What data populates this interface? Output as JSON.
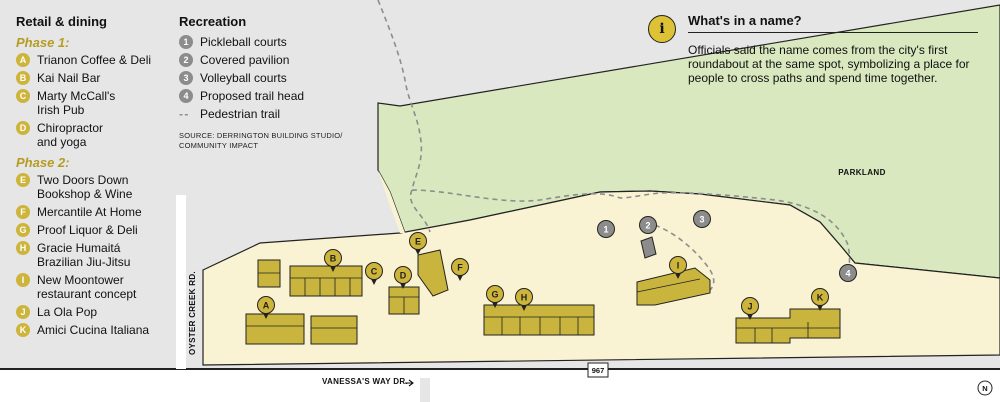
{
  "retail": {
    "title": "Retail & dining",
    "phase1": {
      "label": "Phase 1:",
      "items": [
        {
          "letter": "A",
          "name": "Trianon Coffee & Deli"
        },
        {
          "letter": "B",
          "name": "Kai Nail Bar"
        },
        {
          "letter": "C",
          "name": "Marty McCall's\nIrish Pub"
        },
        {
          "letter": "D",
          "name": "Chiropractor\nand yoga"
        }
      ]
    },
    "phase2": {
      "label": "Phase 2:",
      "items": [
        {
          "letter": "E",
          "name": "Two Doors Down\nBookshop & Wine"
        },
        {
          "letter": "F",
          "name": "Mercantile At Home"
        },
        {
          "letter": "G",
          "name": "Proof Liquor & Deli"
        },
        {
          "letter": "H",
          "name": "Gracie Humaitá\nBrazilian Jiu-Jitsu"
        },
        {
          "letter": "I",
          "name": "New Moontower\nrestaurant concept"
        },
        {
          "letter": "J",
          "name": "La Ola Pop"
        },
        {
          "letter": "K",
          "name": "Amici Cucina Italiana"
        }
      ]
    }
  },
  "recreation": {
    "title": "Recreation",
    "items": [
      {
        "number": "1",
        "name": "Pickleball courts"
      },
      {
        "number": "2",
        "name": "Covered pavilion"
      },
      {
        "number": "3",
        "name": "Volleyball courts"
      },
      {
        "number": "4",
        "name": "Proposed trail head"
      }
    ],
    "trail_symbol": "- -",
    "trail_label": "Pedestrian trail",
    "source": "SOURCE: DERRINGTON BUILDING STUDIO/\nCOMMUNITY IMPACT"
  },
  "info": {
    "icon": "info-icon",
    "icon_glyph": "i",
    "title": "What's in a name?",
    "text": "Officials said the name comes from the city's first roundabout at the same spot, symbolizing a place for people to cross paths and spend time together."
  },
  "map": {
    "parkland_label": "PARKLAND",
    "road_oyster": "OYSTER CREEK RD.",
    "road_vanessa": "VANESSA'S WAY DR.",
    "highway_shield": "967",
    "north_label": "N",
    "colors": {
      "background": "#e6e6e6",
      "parkland": "#d9e8bf",
      "development": "#faf3d3",
      "building": "#c9b53e",
      "marker_retail": "#cdb43a",
      "marker_recreation": "#8c8c8c",
      "road": "#ffffff"
    }
  }
}
